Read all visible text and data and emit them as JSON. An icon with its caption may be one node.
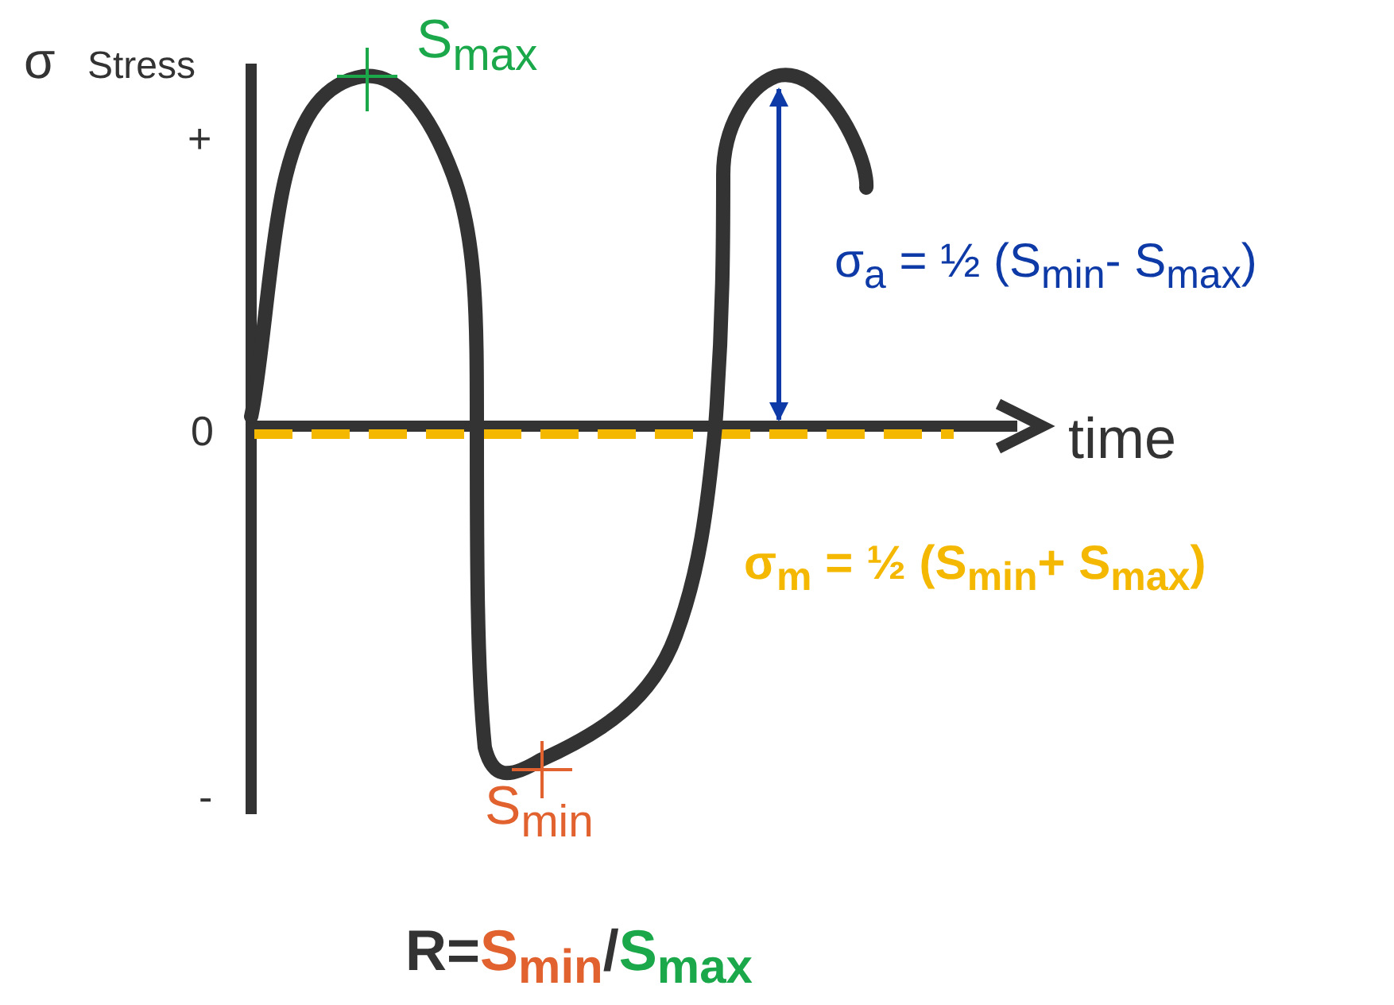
{
  "diagram": {
    "labels": [
      "σ",
      "Stress",
      "S$_{max}$",
      "+",
      "σ$_{a}$ = ½ (S$_{min}$- S$_{max}$)",
      "0",
      "time",
      "σ$_{m}$ = ½ (S$_{min}$+ S$_{max}$)",
      "-",
      "S$_{min}$",
      "R=",
      "S$_{min}$",
      "/",
      "S$_{max}$"
    ]
  }
}
